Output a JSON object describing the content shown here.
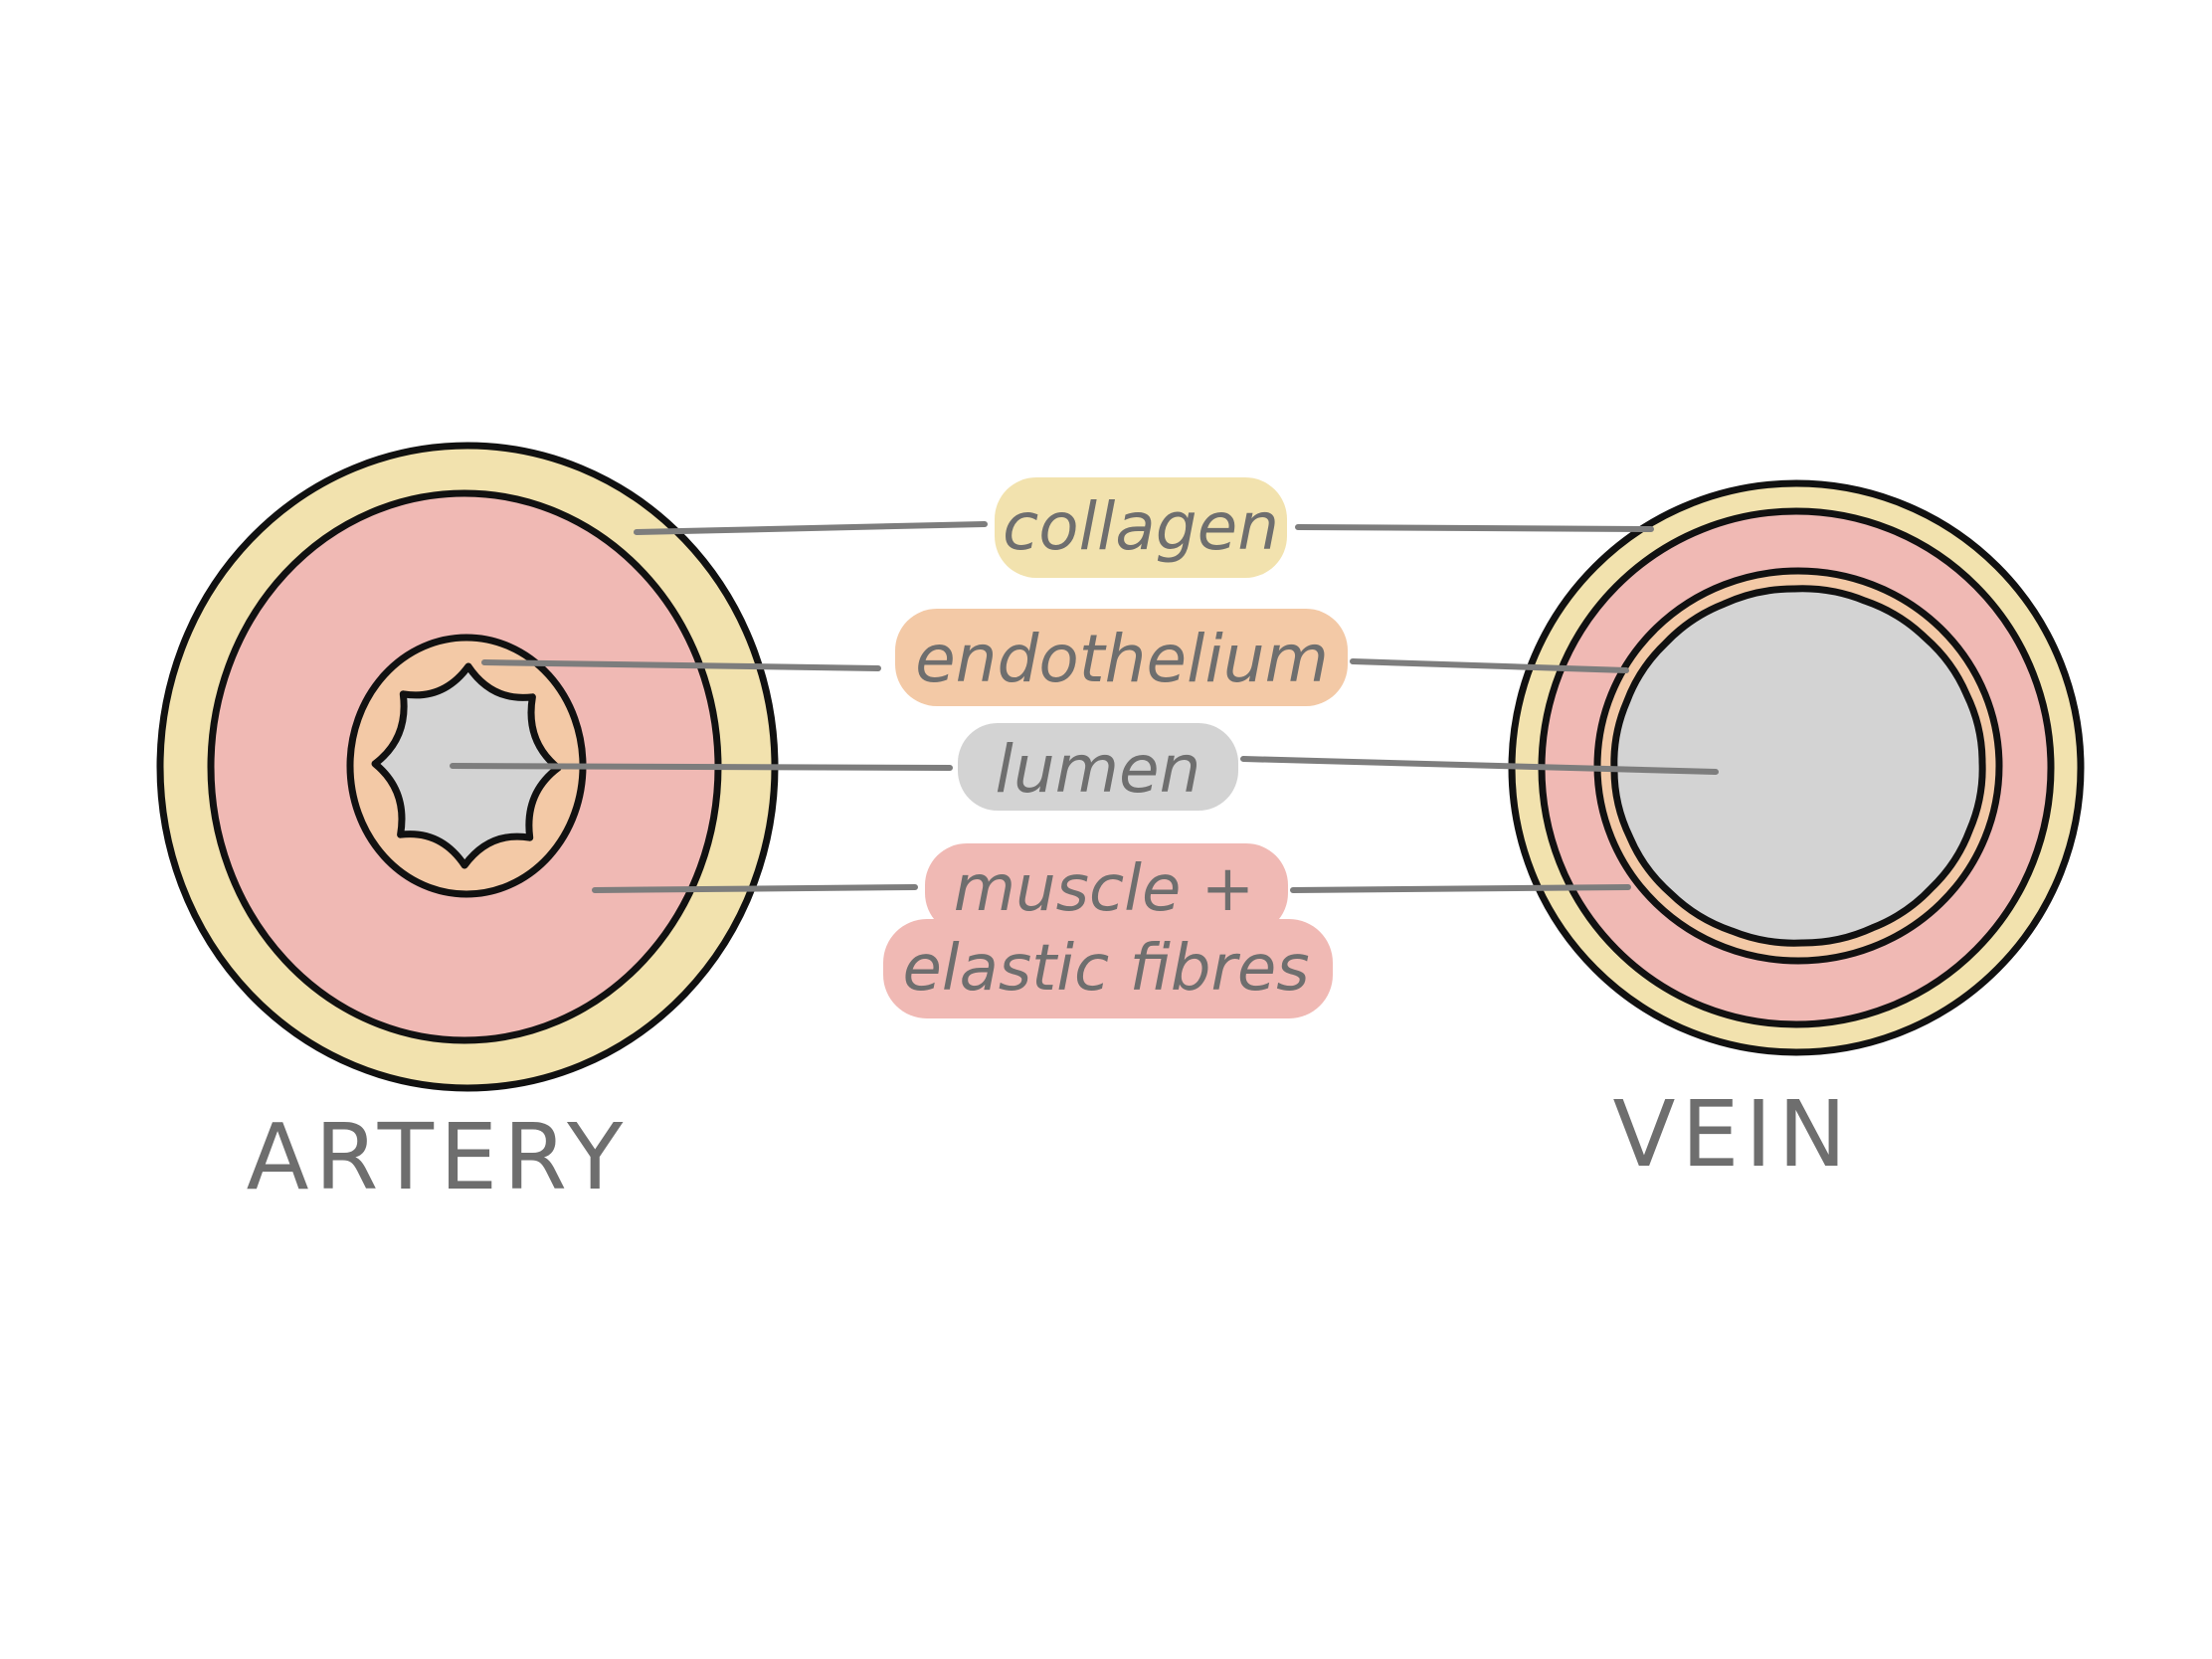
{
  "labels": {
    "collagen": "collagen",
    "endothelium": "endothelium",
    "lumen": "lumen",
    "muscle_line1": "muscle +",
    "muscle_line2": "elastic fibres"
  },
  "vessels": {
    "artery": "ARTERY",
    "vein": "VEIN"
  },
  "colors": {
    "collagen": "#f2e2ae",
    "endothelium": "#f3c9a6",
    "lumen": "#d3d3d3",
    "muscle": "#f0b9b4",
    "outline": "#111111",
    "text": "#6e6e6e",
    "leader": "#7d7d7d"
  }
}
